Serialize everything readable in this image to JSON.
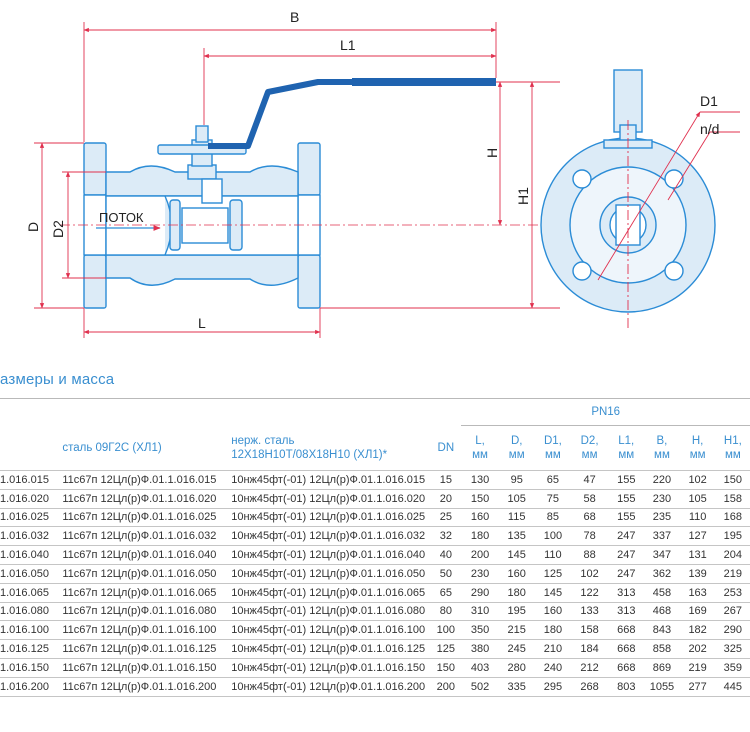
{
  "drawing": {
    "dim_labels": {
      "B": "B",
      "L1": "L1",
      "H": "H",
      "H1": "H1",
      "D": "D",
      "D2": "D2",
      "L": "L",
      "flow": "ПОТОК",
      "D1": "D1",
      "nd": "n/d"
    },
    "colors": {
      "line": "#2b8cd6",
      "fill": "#dcebf7",
      "dim": "#e0304e",
      "handle": "#1f63b0"
    }
  },
  "section_title": "азмеры и масса",
  "table": {
    "group_header": "PN16",
    "col_steel": "сталь 09Г2С (ХЛ1)",
    "col_stainless_line1": "нерж. сталь",
    "col_stainless_line2": "12Х18Н10Т/08Х18Н10 (ХЛ1)*",
    "columns": [
      {
        "name": "DN",
        "unit": ""
      },
      {
        "name": "L,",
        "unit": "мм"
      },
      {
        "name": "D,",
        "unit": "мм"
      },
      {
        "name": "D1,",
        "unit": "мм"
      },
      {
        "name": "D2,",
        "unit": "мм"
      },
      {
        "name": "L1,",
        "unit": "мм"
      },
      {
        "name": "B,",
        "unit": "мм"
      },
      {
        "name": "H,",
        "unit": "мм"
      },
      {
        "name": "H1,",
        "unit": "мм"
      }
    ],
    "rows": [
      {
        "c0": "1.016.015",
        "steel": "11с67п 12Цл(р)Ф.01.1.016.015",
        "stainless": "10нж45фт(-01) 12Цл(р)Ф.01.1.016.015",
        "v": [
          "15",
          "130",
          "95",
          "65",
          "47",
          "155",
          "220",
          "102",
          "150"
        ]
      },
      {
        "c0": "1.016.020",
        "steel": "11с67п 12Цл(р)Ф.01.1.016.020",
        "stainless": "10нж45фт(-01) 12Цл(р)Ф.01.1.016.020",
        "v": [
          "20",
          "150",
          "105",
          "75",
          "58",
          "155",
          "230",
          "105",
          "158"
        ]
      },
      {
        "c0": "1.016.025",
        "steel": "11с67п 12Цл(р)Ф.01.1.016.025",
        "stainless": "10нж45фт(-01) 12Цл(р)Ф.01.1.016.025",
        "v": [
          "25",
          "160",
          "115",
          "85",
          "68",
          "155",
          "235",
          "110",
          "168"
        ]
      },
      {
        "c0": "1.016.032",
        "steel": "11с67п 12Цл(р)Ф.01.1.016.032",
        "stainless": "10нж45фт(-01) 12Цл(р)Ф.01.1.016.032",
        "v": [
          "32",
          "180",
          "135",
          "100",
          "78",
          "247",
          "337",
          "127",
          "195"
        ]
      },
      {
        "c0": "1.016.040",
        "steel": "11с67п 12Цл(р)Ф.01.1.016.040",
        "stainless": "10нж45фт(-01) 12Цл(р)Ф.01.1.016.040",
        "v": [
          "40",
          "200",
          "145",
          "110",
          "88",
          "247",
          "347",
          "131",
          "204"
        ]
      },
      {
        "c0": "1.016.050",
        "steel": "11с67п 12Цл(р)Ф.01.1.016.050",
        "stainless": "10нж45фт(-01) 12Цл(р)Ф.01.1.016.050",
        "v": [
          "50",
          "230",
          "160",
          "125",
          "102",
          "247",
          "362",
          "139",
          "219"
        ]
      },
      {
        "c0": "1.016.065",
        "steel": "11с67п 12Цл(р)Ф.01.1.016.065",
        "stainless": "10нж45фт(-01) 12Цл(р)Ф.01.1.016.065",
        "v": [
          "65",
          "290",
          "180",
          "145",
          "122",
          "313",
          "458",
          "163",
          "253"
        ]
      },
      {
        "c0": "1.016.080",
        "steel": "11с67п 12Цл(р)Ф.01.1.016.080",
        "stainless": "10нж45фт(-01) 12Цл(р)Ф.01.1.016.080",
        "v": [
          "80",
          "310",
          "195",
          "160",
          "133",
          "313",
          "468",
          "169",
          "267"
        ]
      },
      {
        "c0": "1.016.100",
        "steel": "11с67п 12Цл(р)Ф.01.1.016.100",
        "stainless": "10нж45фт(-01) 12Цл(р)Ф.01.1.016.100",
        "v": [
          "100",
          "350",
          "215",
          "180",
          "158",
          "668",
          "843",
          "182",
          "290"
        ]
      },
      {
        "c0": "1.016.125",
        "steel": "11с67п 12Цл(р)Ф.01.1.016.125",
        "stainless": "10нж45фт(-01) 12Цл(р)Ф.01.1.016.125",
        "v": [
          "125",
          "380",
          "245",
          "210",
          "184",
          "668",
          "858",
          "202",
          "325"
        ]
      },
      {
        "c0": "1.016.150",
        "steel": "11с67п 12Цл(р)Ф.01.1.016.150",
        "stainless": "10нж45фт(-01) 12Цл(р)Ф.01.1.016.150",
        "v": [
          "150",
          "403",
          "280",
          "240",
          "212",
          "668",
          "869",
          "219",
          "359"
        ]
      },
      {
        "c0": "1.016.200",
        "steel": "11с67п 12Цл(р)Ф.01.1.016.200",
        "stainless": "10нж45фт(-01) 12Цл(р)Ф.01.1.016.200",
        "v": [
          "200",
          "502",
          "335",
          "295",
          "268",
          "803",
          "1055",
          "277",
          "445"
        ]
      }
    ]
  }
}
